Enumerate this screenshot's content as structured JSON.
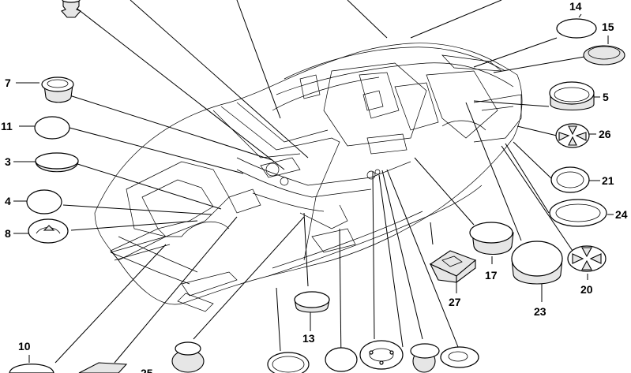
{
  "labels": {
    "p14": "14",
    "p15": "15",
    "p5": "5",
    "p26": "26",
    "p21": "21",
    "p24": "24",
    "p20": "20",
    "p23": "23",
    "p17": "17",
    "p27": "27",
    "p13": "13",
    "p7": "7",
    "p11": "11",
    "p3": "3",
    "p4": "4",
    "p8": "8",
    "p10": "10",
    "p25": "25"
  }
}
